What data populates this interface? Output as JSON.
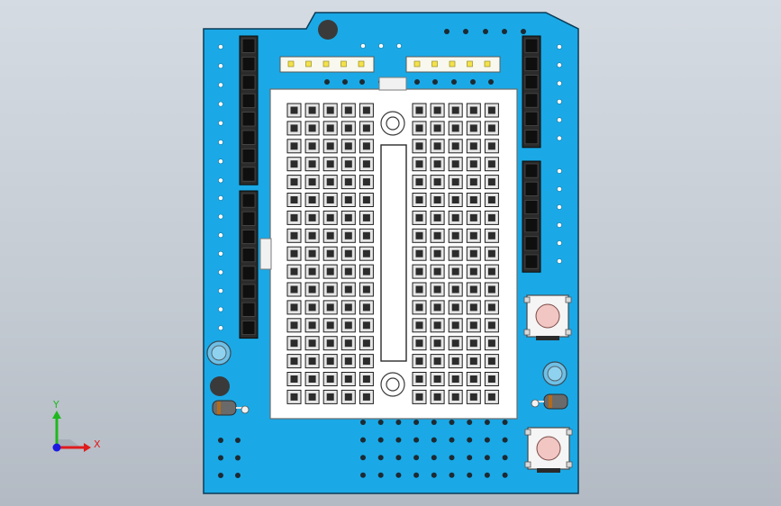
{
  "viewport": {
    "background_top": "#d5dbe2",
    "background_bottom": "#b3bac3"
  },
  "board": {
    "pcb_color": "#1aa9e6",
    "outline_color": "#0b3b57",
    "breadboard_color": "#ffffff",
    "hole_color": "#2a2a2a",
    "header_color": "#1b1b1b"
  },
  "breadboard": {
    "rows": 17,
    "cols_per_side": 5,
    "pin_strips": 2
  },
  "buttons": {
    "upper": {
      "cap_color": "#f2c6c2"
    },
    "lower": {
      "cap_color": "#f2c6c2"
    }
  },
  "triad": {
    "x_label": "X",
    "y_label": "Y",
    "x_color": "#e01b1b",
    "y_color": "#1fb81f",
    "z_color": "#1b1be0"
  }
}
